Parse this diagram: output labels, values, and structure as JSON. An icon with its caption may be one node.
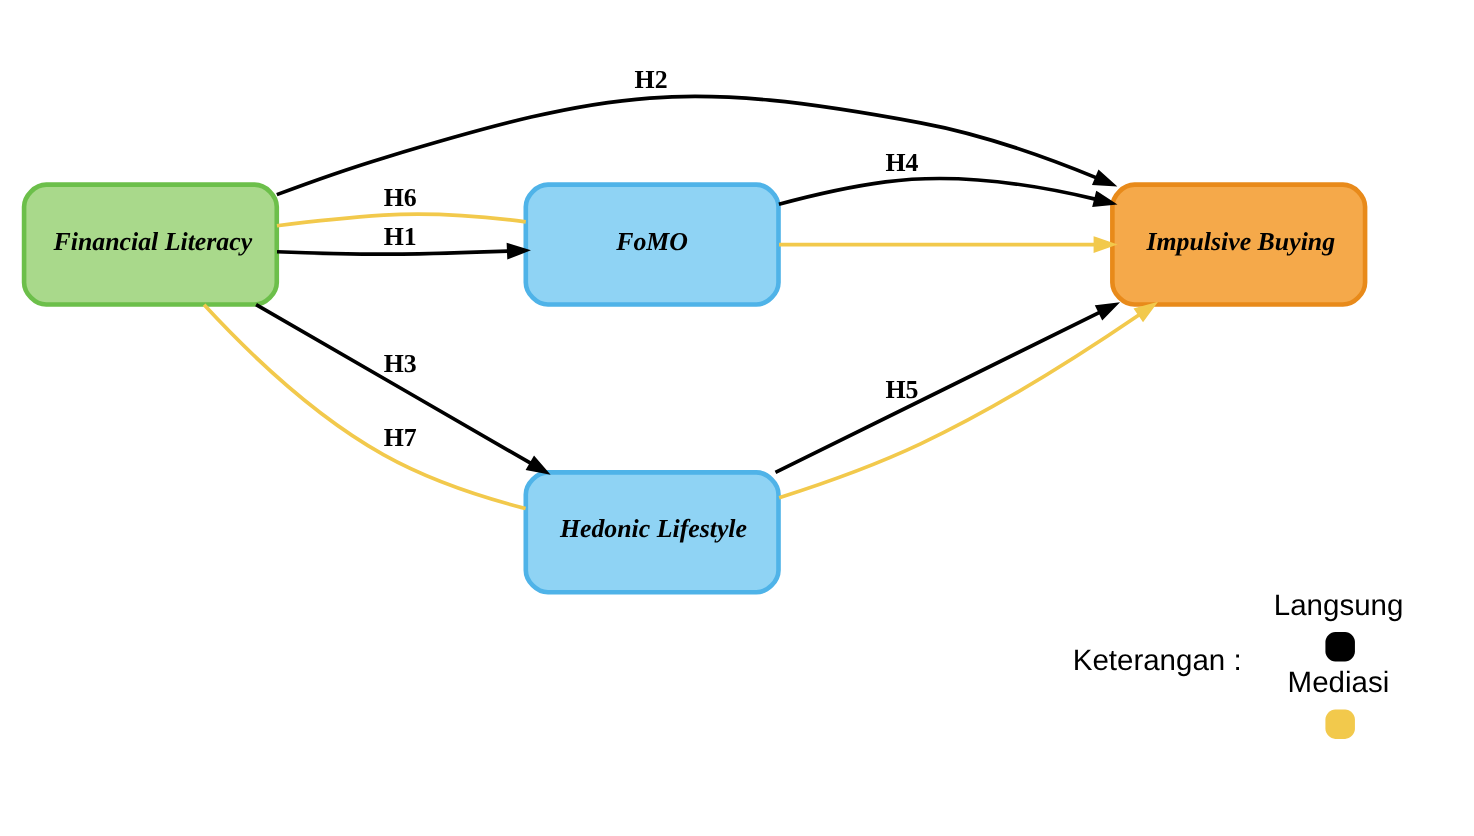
{
  "diagram": {
    "nodes": [
      {
        "text": [
          "Financial Literacy"
        ]
      },
      {
        "text": [
          "FoMO"
        ]
      },
      {
        "text": [
          "Hedonic Lifestyle"
        ]
      },
      {
        "text": [
          "Impulsive Buying"
        ]
      }
    ],
    "edges": [
      {
        "from": 0,
        "to": 1,
        "arrow": "none",
        "label": "H6",
        "color": "#f2c94c"
      },
      {
        "from": 0,
        "to": 1,
        "arrow": "to",
        "label": "H1"
      },
      {
        "from": 0,
        "to": 3,
        "arrow": "to",
        "label": "H2"
      },
      {
        "from": 0,
        "to": 2,
        "arrow": "to",
        "label": "H3"
      },
      {
        "from": 0,
        "to": 2,
        "arrow": "none",
        "label": "H7",
        "color": "#f2c94c"
      },
      {
        "from": 1,
        "to": 3,
        "arrow": "to",
        "label": "H4"
      },
      {
        "from": 2,
        "to": 3,
        "arrow": "to",
        "label": "H5"
      },
      {
        "from": 1,
        "to": 3,
        "arrow": "to",
        "color": "#f2c94c"
      },
      {
        "from": 2,
        "to": 3,
        "arrow": "to",
        "color": "#f2c94c"
      }
    ],
    "labels": [
      "Keterangan :"
    ],
    "legend": [
      {
        "text": "Langsung",
        "color": "#000000"
      },
      {
        "text": "Mediasi",
        "color": "#f2c94c"
      }
    ]
  }
}
